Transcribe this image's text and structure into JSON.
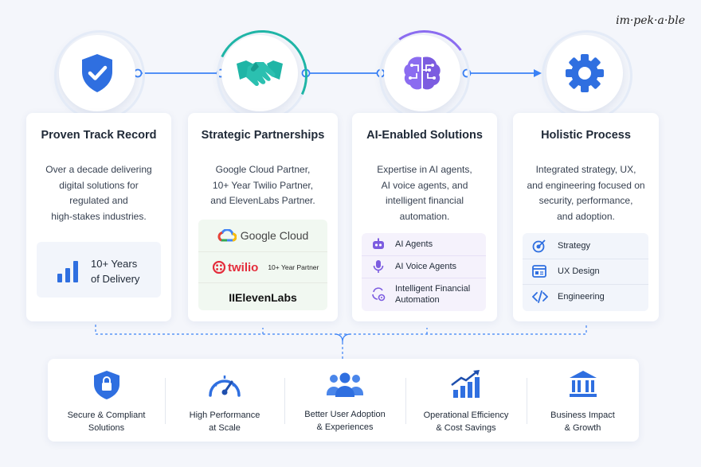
{
  "brand": "im·pek·a·ble",
  "cards": [
    {
      "title": "Proven Track Record",
      "desc": "Over a decade delivering\ndigital solutions for\nregulated and\nhigh-stakes industries.",
      "stat": "10+ Years\nof Delivery"
    },
    {
      "title": "Strategic Partnerships",
      "desc": "Google Cloud Partner,\n10+ Year Twilio Partner,\nand ElevenLabs Partner.",
      "partners": {
        "google": "Google Cloud",
        "twilio": "twilio",
        "twilio_note": "10+ Year Partner",
        "elevenlabs": "IIElevenLabs"
      }
    },
    {
      "title": "AI-Enabled Solutions",
      "desc": "Expertise in AI agents,\nAI voice agents, and\nintelligent financial\nautomation.",
      "items": [
        "AI Agents",
        "AI Voice Agents",
        "Intelligent Financial\nAutomation"
      ]
    },
    {
      "title": "Holistic Process",
      "desc": "Integrated strategy, UX,\nand engineering focused on\nsecurity, performance,\nand adoption.",
      "items": [
        "Strategy",
        "UX Design",
        "Engineering"
      ]
    }
  ],
  "benefits": [
    {
      "label": "Secure & Compliant\nSolutions",
      "icon": "lock-shield-icon"
    },
    {
      "label": "High Performance\nat Scale",
      "icon": "speedometer-icon"
    },
    {
      "label": "Better User Adoption\n& Experiences",
      "icon": "users-icon"
    },
    {
      "label": "Operational Efficiency\n& Cost Savings",
      "icon": "growth-chart-icon"
    },
    {
      "label": "Business Impact\n& Growth",
      "icon": "bank-building-icon"
    }
  ],
  "colors": {
    "accent": "#2f6fe0",
    "teal": "#1fb5a6",
    "purple": "#7c5ce0",
    "dark_blue": "#1e63d6"
  }
}
